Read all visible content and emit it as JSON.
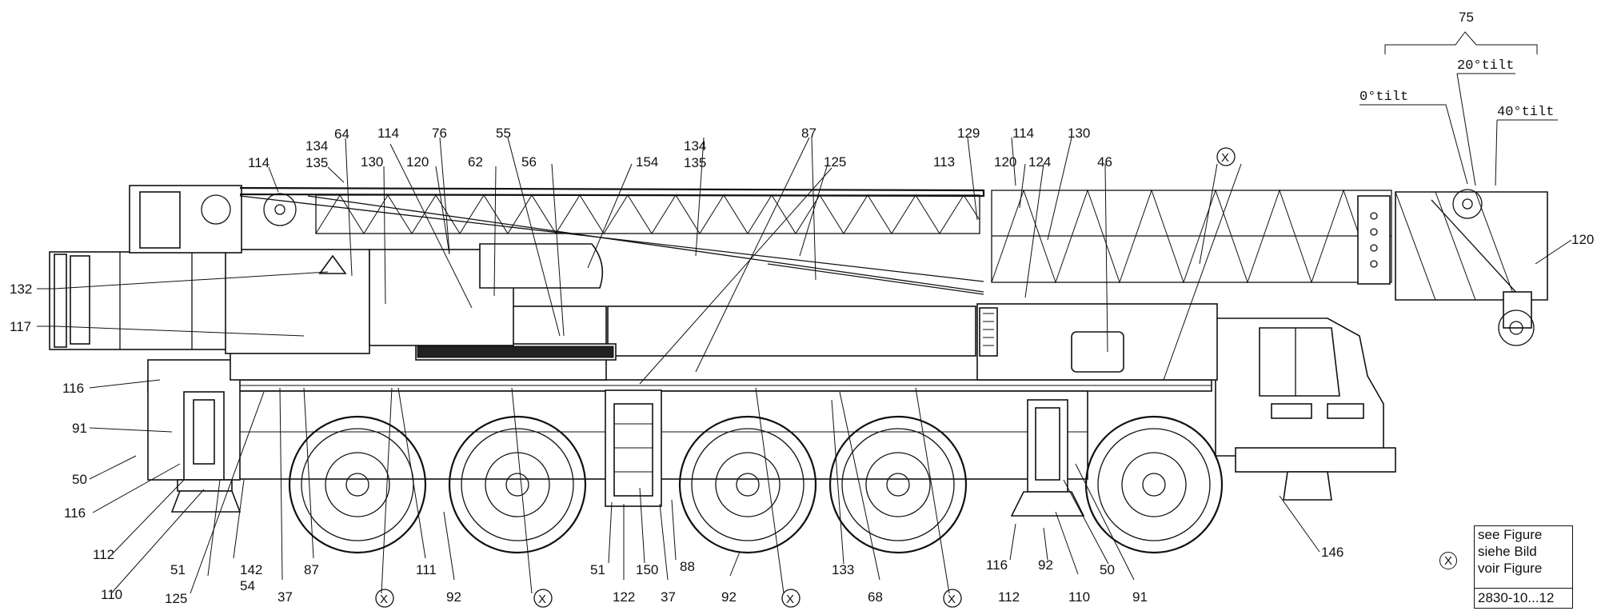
{
  "callouts": [
    {
      "id": "75",
      "text": "75"
    },
    {
      "id": "t0",
      "text": "0°tilt"
    },
    {
      "id": "t20",
      "text": "20°tilt"
    },
    {
      "id": "t40",
      "text": "40°tilt"
    },
    {
      "id": "c114a",
      "text": "114"
    },
    {
      "id": "c134a",
      "text": "134"
    },
    {
      "id": "c135a",
      "text": "135"
    },
    {
      "id": "c64",
      "text": "64"
    },
    {
      "id": "c130a",
      "text": "130"
    },
    {
      "id": "c114b",
      "text": "114"
    },
    {
      "id": "c120a",
      "text": "120"
    },
    {
      "id": "c76",
      "text": "76"
    },
    {
      "id": "c62",
      "text": "62"
    },
    {
      "id": "c55",
      "text": "55"
    },
    {
      "id": "c56",
      "text": "56"
    },
    {
      "id": "c134b",
      "text": "134"
    },
    {
      "id": "c135b",
      "text": "135"
    },
    {
      "id": "c154",
      "text": "154"
    },
    {
      "id": "c87a",
      "text": "87"
    },
    {
      "id": "c125a",
      "text": "125"
    },
    {
      "id": "c129",
      "text": "129"
    },
    {
      "id": "c113",
      "text": "113"
    },
    {
      "id": "c114c",
      "text": "114"
    },
    {
      "id": "c120b",
      "text": "120"
    },
    {
      "id": "c124",
      "text": "124"
    },
    {
      "id": "c130b",
      "text": "130"
    },
    {
      "id": "c46",
      "text": "46"
    },
    {
      "id": "c120c",
      "text": "120"
    },
    {
      "id": "c132",
      "text": "132"
    },
    {
      "id": "c117",
      "text": "117"
    },
    {
      "id": "c116a",
      "text": "116"
    },
    {
      "id": "c91a",
      "text": "91"
    },
    {
      "id": "c50a",
      "text": "50"
    },
    {
      "id": "c116b",
      "text": "116"
    },
    {
      "id": "c112a",
      "text": "112"
    },
    {
      "id": "c51a",
      "text": "51"
    },
    {
      "id": "c142",
      "text": "142"
    },
    {
      "id": "c54",
      "text": "54"
    },
    {
      "id": "c110a",
      "text": "110"
    },
    {
      "id": "c125b",
      "text": "125"
    },
    {
      "id": "c37a",
      "text": "37"
    },
    {
      "id": "c87b",
      "text": "87"
    },
    {
      "id": "c111",
      "text": "111"
    },
    {
      "id": "c92a",
      "text": "92"
    },
    {
      "id": "c51b",
      "text": "51"
    },
    {
      "id": "c122",
      "text": "122"
    },
    {
      "id": "c150",
      "text": "150"
    },
    {
      "id": "c37b",
      "text": "37"
    },
    {
      "id": "c88",
      "text": "88"
    },
    {
      "id": "c92b",
      "text": "92"
    },
    {
      "id": "c133",
      "text": "133"
    },
    {
      "id": "c68",
      "text": "68"
    },
    {
      "id": "c116c",
      "text": "116"
    },
    {
      "id": "c92c",
      "text": "92"
    },
    {
      "id": "c50b",
      "text": "50"
    },
    {
      "id": "c112b",
      "text": "112"
    },
    {
      "id": "c110b",
      "text": "110"
    },
    {
      "id": "c91b",
      "text": "91"
    },
    {
      "id": "c146",
      "text": "146"
    }
  ],
  "figure_marker": "X",
  "legend": {
    "symbol": "X",
    "lines": [
      "see Figure",
      "siehe Bild",
      "voir Figure"
    ],
    "code": "2830-10...12"
  }
}
